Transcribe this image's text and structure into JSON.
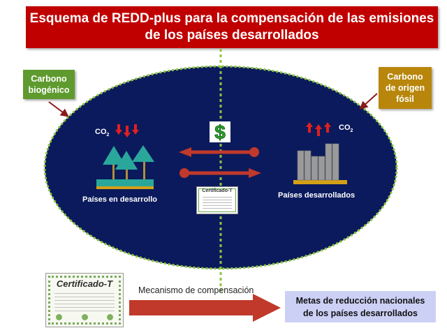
{
  "title": {
    "line1": "Esquema de REDD-plus para la compensación de las emisiones",
    "line2": "de los países desarrollados"
  },
  "labels": {
    "biogenic": {
      "line1": "Carbono",
      "line2": "biogénico"
    },
    "fossil": {
      "line1": "Carbono",
      "line2": "de origen",
      "line3": "fósil"
    }
  },
  "co2": {
    "symbol": "CO",
    "subscript": "2"
  },
  "currency_symbol": "$",
  "developing_label": "Países en desarrollo",
  "developed_label": "Países desarrollados",
  "certificate_small_title": "Certificado-T",
  "certificate_big_title": "Certificado-T",
  "mechanism_label": "Mecanismo de compensación",
  "target": {
    "line1": "Metas de reducción nacionales",
    "line2": "de los países desarrollados"
  },
  "colors": {
    "title_bg": "#c00000",
    "ellipse_fill": "#0b1a5c",
    "ellipse_border": "#8bc53f",
    "arrow_red": "#c0392b",
    "biogenic_bg": "#5f9a2e",
    "fossil_bg": "#b8860b",
    "target_bg": "#ccd0f5"
  }
}
